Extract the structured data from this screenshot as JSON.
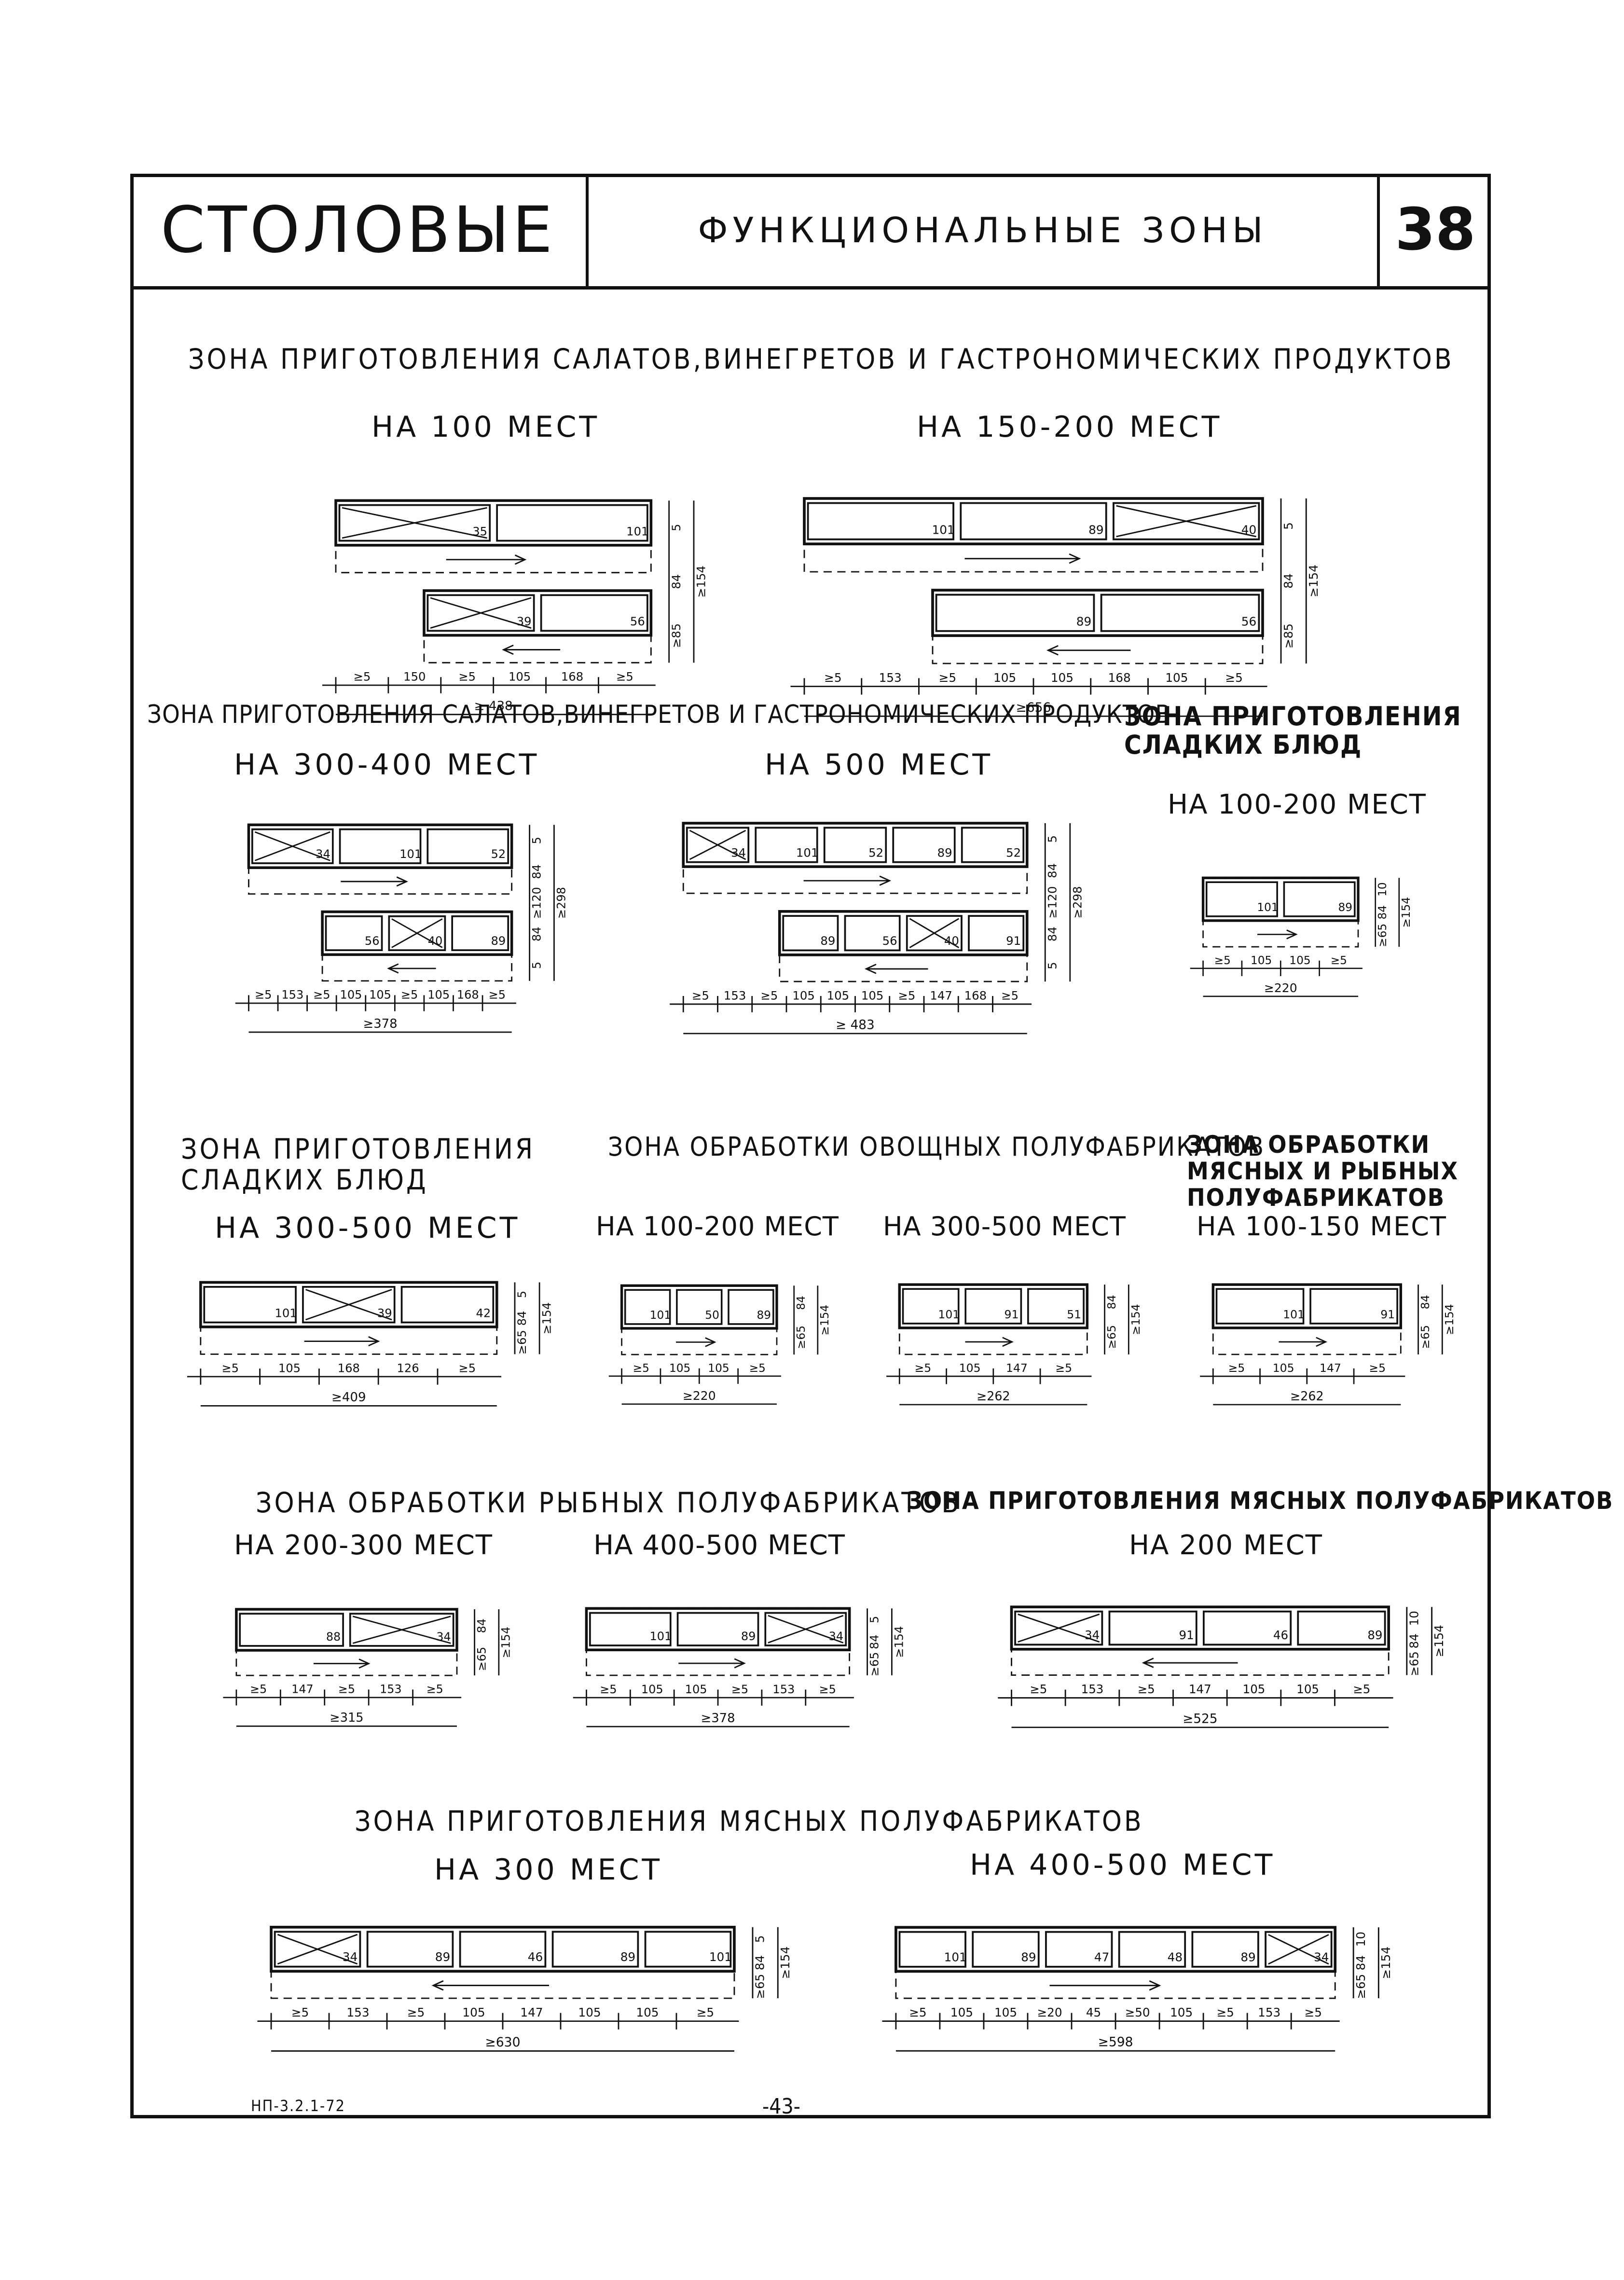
{
  "header": {
    "title": "СТОЛОВЫЕ",
    "subtitle": "ФУНКЦИОНАЛЬНЫЕ ЗОНЫ",
    "page_number": "38"
  },
  "zones": [
    {
      "title": "ЗОНА ПРИГОТОВЛЕНИЯ САЛАТОВ,ВИНЕГРЕТОВ И ГАСТРОНОМИЧЕСКИХ ПРОДУКТОВ",
      "layouts": [
        {
          "caption": "НА 100 МЕСТ",
          "equipment": [
            "35",
            "101",
            "39",
            "56"
          ],
          "dims_vertical": [
            "5",
            "84",
            "≥85",
            "≥154"
          ],
          "dims_horizontal": [
            "≥5",
            "150",
            "≥5",
            "105",
            "168",
            "≥5"
          ],
          "total": "≥ 438"
        },
        {
          "caption": "НА 150-200 МЕСТ",
          "equipment": [
            "101",
            "89",
            "40",
            "89",
            "56"
          ],
          "dims_vertical": [
            "5",
            "84",
            "≥85",
            "≥154"
          ],
          "dims_horizontal": [
            "≥5",
            "153",
            "≥5",
            "105",
            "105",
            "168",
            "105",
            "≥5"
          ],
          "total": "≥656"
        }
      ]
    },
    {
      "title": "ЗОНА ПРИГОТОВЛЕНИЯ САЛАТОВ,ВИНЕГРЕТОВ И ГАСТРОНОМИЧЕСКИХ ПРОДУКТОВ",
      "layouts": [
        {
          "caption": "НА 300-400 МЕСТ",
          "equipment": [
            "34",
            "101",
            "52",
            "56",
            "40",
            "89"
          ],
          "dims_vertical": [
            "5",
            "84",
            "≥120",
            "84",
            "5",
            "≥298"
          ],
          "dims_horizontal": [
            "≥5",
            "153",
            "≥5",
            "105",
            "105",
            "≥5",
            "105",
            "168",
            "≥5"
          ],
          "total": "≥378"
        },
        {
          "caption": "НА 500 МЕСТ",
          "equipment": [
            "34",
            "101",
            "52",
            "89",
            "52",
            "89",
            "56",
            "40",
            "91"
          ],
          "dims_vertical": [
            "5",
            "84",
            "≥120",
            "84",
            "5",
            "≥298"
          ],
          "dims_horizontal": [
            "≥5",
            "153",
            "≥5",
            "105",
            "105",
            "105",
            "≥5",
            "147",
            "168",
            "≥5"
          ],
          "total": "≥ 483"
        }
      ]
    },
    {
      "title": "ЗОНА ПРИГОТОВЛЕНИЯ СЛАДКИХ БЛЮД",
      "layouts": [
        {
          "caption": "НА 100-200 МЕСТ",
          "equipment": [
            "101",
            "89"
          ],
          "dims_vertical": [
            "10",
            "84",
            "≥65",
            "≥154"
          ],
          "dims_horizontal": [
            "≥5",
            "105",
            "105",
            "≥5"
          ],
          "total": "≥220"
        }
      ]
    },
    {
      "title": "ЗОНА ПРИГОТОВЛЕНИЯ СЛАДКИХ БЛЮД",
      "layouts": [
        {
          "caption": "НА 300-500 МЕСТ",
          "equipment": [
            "101",
            "39",
            "42"
          ],
          "dims_vertical": [
            "5",
            "84",
            "≥65",
            "≥154"
          ],
          "dims_horizontal": [
            "≥5",
            "105",
            "168",
            "126",
            "≥5"
          ],
          "total": "≥409"
        }
      ]
    },
    {
      "title": "ЗОНА ОБРАБОТКИ ОВОЩНЫХ ПОЛУФАБРИКАТОВ",
      "layouts": [
        {
          "caption": "НА 100-200 МЕСТ",
          "equipment": [
            "101",
            "50",
            "89"
          ],
          "dims_vertical": [
            "84",
            "≥65",
            "≥154"
          ],
          "dims_horizontal": [
            "≥5",
            "105",
            "105",
            "≥5"
          ],
          "total": "≥220"
        },
        {
          "caption": "НА 300-500 МЕСТ",
          "equipment": [
            "101",
            "91",
            "51"
          ],
          "dims_vertical": [
            "84",
            "≥65",
            "≥154"
          ],
          "dims_horizontal": [
            "≥5",
            "105",
            "147",
            "≥5"
          ],
          "total": "≥262"
        }
      ]
    },
    {
      "title": "ЗОНА ОБРАБОТКИ МЯСНЫХ И РЫБНЫХ ПОЛУФАБРИКАТОВ",
      "layouts": [
        {
          "caption": "НА 100-150 МЕСТ",
          "equipment": [
            "101",
            "91"
          ],
          "dims_vertical": [
            "84",
            "≥65",
            "≥154"
          ],
          "dims_horizontal": [
            "≥5",
            "105",
            "147",
            "≥5"
          ],
          "total": "≥262"
        }
      ]
    },
    {
      "title": "ЗОНА ОБРАБОТКИ РЫБНЫХ ПОЛУФАБРИКАТОВ",
      "layouts": [
        {
          "caption": "НА 200-300 МЕСТ",
          "equipment": [
            "88",
            "34"
          ],
          "dims_vertical": [
            "84",
            "≥65",
            "≥154"
          ],
          "dims_horizontal": [
            "≥5",
            "147",
            "≥5",
            "153",
            "≥5"
          ],
          "total": "≥315"
        },
        {
          "caption": "НА 400-500 МЕСТ",
          "equipment": [
            "101",
            "89",
            "34"
          ],
          "dims_vertical": [
            "5",
            "84",
            "≥65",
            "≥154"
          ],
          "dims_horizontal": [
            "≥5",
            "105",
            "105",
            "≥5",
            "153",
            "≥5"
          ],
          "total": "≥378"
        }
      ]
    },
    {
      "title": "ЗОНА ПРИГОТОВЛЕНИЯ МЯСНЫХ ПОЛУФАБРИКАТОВ",
      "layouts": [
        {
          "caption": "НА 200 МЕСТ",
          "equipment": [
            "34",
            "91",
            "46",
            "89"
          ],
          "dims_vertical": [
            "10",
            "84",
            "≥65",
            "≥154"
          ],
          "dims_horizontal": [
            "≥5",
            "153",
            "≥5",
            "147",
            "105",
            "105",
            "≥5"
          ],
          "total": "≥525"
        }
      ]
    },
    {
      "title": "ЗОНА ПРИГОТОВЛЕНИЯ МЯСНЫХ ПОЛУФАБРИКАТОВ",
      "layouts": [
        {
          "caption": "НА 300 МЕСТ",
          "equipment": [
            "34",
            "89",
            "46",
            "89",
            "101"
          ],
          "dims_vertical": [
            "5",
            "84",
            "≥65",
            "≥154"
          ],
          "dims_horizontal": [
            "≥5",
            "153",
            "≥5",
            "105",
            "147",
            "105",
            "105",
            "≥5"
          ],
          "total": "≥630"
        },
        {
          "caption": "НА 400-500 МЕСТ",
          "equipment": [
            "101",
            "89",
            "47",
            "48",
            "89",
            "34"
          ],
          "dims_vertical": [
            "10",
            "84",
            "≥65",
            "≥154"
          ],
          "dims_horizontal": [
            "≥5",
            "105",
            "105",
            "≥20",
            "45",
            "≥50",
            "105",
            "≥5",
            "153",
            "≥5"
          ],
          "total": "≥598"
        }
      ]
    }
  ],
  "footer": {
    "code": "НП-3.2.1-72",
    "page": "-43-"
  }
}
